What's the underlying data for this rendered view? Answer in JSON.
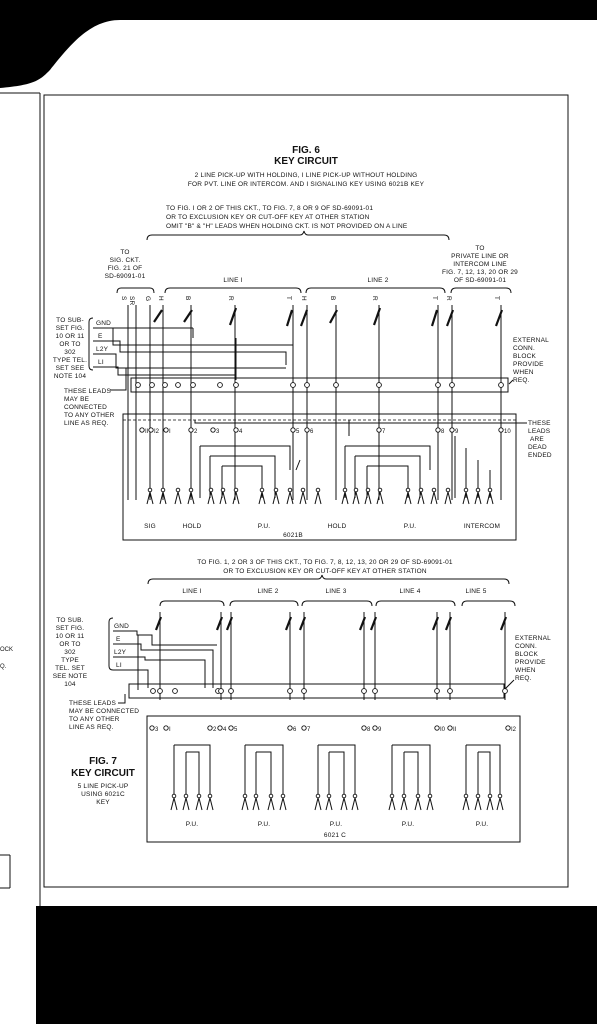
{
  "fig6": {
    "title": "FIG. 6",
    "subtitle": "KEY CIRCUIT",
    "desc_1": "2 LINE PICK-UP WITH HOLDING, I LINE PICK-UP WITHOUT HOLDING",
    "desc_2": "FOR PVT. LINE OR INTERCOM. AND I SIGNALING KEY USING 6021B KEY",
    "note_1": "TO FIG. I OR 2 OF THIS CKT., TO FIG. 7, 8 OR 9 OF SD-69091-01",
    "note_2": "OR TO EXCLUSION KEY OR CUT-OFF KEY AT OTHER STATION",
    "note_3": "OMIT \"B\" & \"H\" LEADS WHEN HOLDING CKT. IS NOT PROVIDED ON A LINE",
    "to_sig": [
      "TO",
      "SIG. CKT.",
      "FIG. 21 OF",
      "SD-69091-01"
    ],
    "line1": "LINE I",
    "line2": "LINE 2",
    "to_private": [
      "TO",
      "PRIVATE LINE OR",
      "INTERCOM LINE",
      "FIG. 7, 12, 13, 20 OR 29",
      "OF SD-69091-01"
    ],
    "to_subset": [
      "TO SUB-",
      "SET FIG.",
      "10 OR 11",
      "OR TO",
      "302",
      "TYPE TEL.",
      "SET SEE",
      "NOTE 104"
    ],
    "leads": [
      "GND",
      "E",
      "L2Y",
      "LI"
    ],
    "these_leads": [
      "THESE LEADS",
      "MAY BE",
      "CONNECTED",
      "TO ANY OTHER",
      "LINE AS REQ."
    ],
    "external": [
      "EXTERNAL",
      "CONN.",
      "BLOCK",
      "PROVIDE",
      "WHEN",
      "REQ."
    ],
    "dead_ended": [
      "THESE",
      "LEADS",
      "ARE",
      "DEAD",
      "ENDED"
    ],
    "key_labels": [
      "S",
      "SR",
      "G",
      "H",
      "B",
      "R",
      "T",
      "H",
      "B",
      "R",
      "T",
      "R",
      "T"
    ],
    "terminals": [
      "II",
      "I2",
      "I",
      "2",
      "3",
      "4",
      "5",
      "6",
      "7",
      "8",
      "9",
      "10"
    ],
    "sections": [
      "SIG",
      "HOLD",
      "P.U.",
      "HOLD",
      "P.U.",
      "INTERCOM"
    ],
    "key_type": "6021B"
  },
  "fig7": {
    "title": "FIG. 7",
    "subtitle": "KEY CIRCUIT",
    "desc": [
      "5 LINE PICK-UP",
      "USING 6021C",
      "KEY"
    ],
    "note_1": "TO FIG. 1, 2 OR 3 OF THIS CKT., TO FIG. 7, 8, 12, 13, 20 OR 29 OF SD-69091-01",
    "note_2": "OR TO EXCLUSION KEY OR CUT-OFF KEY AT OTHER STATION",
    "lines": [
      "LINE I",
      "LINE 2",
      "LINE 3",
      "LINE 4",
      "LINE 5"
    ],
    "to_subset": [
      "TO SUB.",
      "SET FIG.",
      "10 OR 11",
      "OR TO",
      "302",
      "TYPE",
      "TEL. SET",
      "SEE NOTE",
      "104"
    ],
    "leads": [
      "GND",
      "E",
      "L2Y",
      "LI"
    ],
    "these_leads": [
      "THESE LEADS",
      "MAY BE CONNECTED",
      "TO ANY OTHER",
      "LINE AS REQ."
    ],
    "external": [
      "EXTERNAL",
      "CONN.",
      "BLOCK",
      "PROVIDE",
      "WHEN",
      "REQ."
    ],
    "terminals": [
      "3",
      "I",
      "2",
      "4",
      "5",
      "6",
      "7",
      "8",
      "9",
      "I0",
      "II",
      "I2"
    ],
    "sections": [
      "P.U.",
      "P.U.",
      "P.U.",
      "P.U.",
      "P.U."
    ],
    "key_type": "6021 C"
  },
  "margin": {
    "left_top": "OCK",
    "left_bottom": "Q."
  }
}
